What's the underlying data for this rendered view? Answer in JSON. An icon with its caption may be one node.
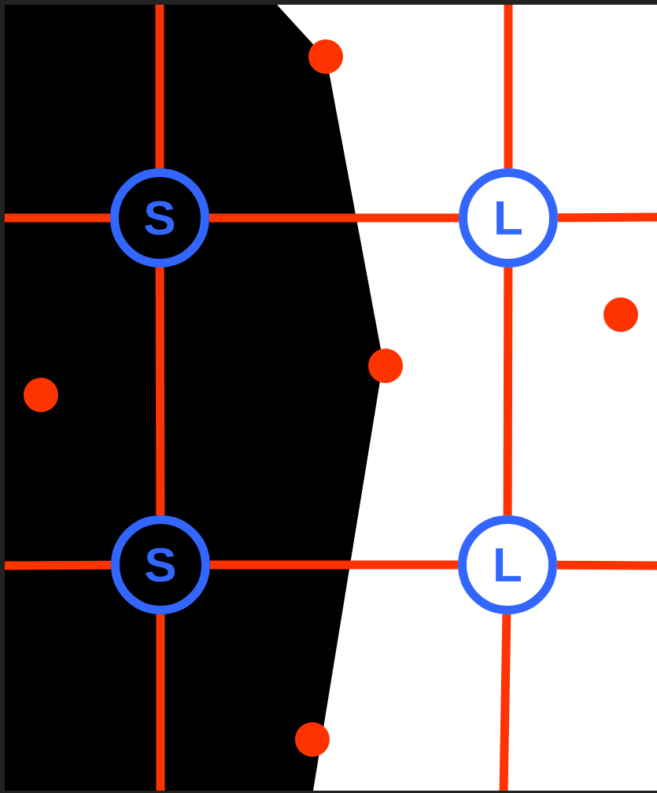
{
  "diagram": {
    "nodes": [
      {
        "text": [
          "S"
        ]
      },
      {
        "text": [
          "L"
        ]
      },
      {
        "text": [
          "S"
        ]
      },
      {
        "text": [
          "L"
        ]
      }
    ],
    "edges": [
      {
        "from": 0,
        "to": 1,
        "arrow": "none"
      },
      {
        "from": 0,
        "to": 2,
        "arrow": "none"
      },
      {
        "from": 1,
        "to": 3,
        "arrow": "none"
      },
      {
        "from": 2,
        "to": 3,
        "arrow": "none"
      },
      {
        "from": null,
        "to": 0,
        "arrow": "none"
      },
      {
        "from": null,
        "to": 0,
        "arrow": "none"
      },
      {
        "from": null,
        "to": 1,
        "arrow": "none"
      },
      {
        "from": null,
        "to": 1,
        "arrow": "none"
      },
      {
        "from": null,
        "to": 2,
        "arrow": "none"
      },
      {
        "from": null,
        "to": 2,
        "arrow": "none"
      },
      {
        "from": null,
        "to": 3,
        "arrow": "none"
      },
      {
        "from": null,
        "to": 3,
        "arrow": "none"
      }
    ]
  }
}
